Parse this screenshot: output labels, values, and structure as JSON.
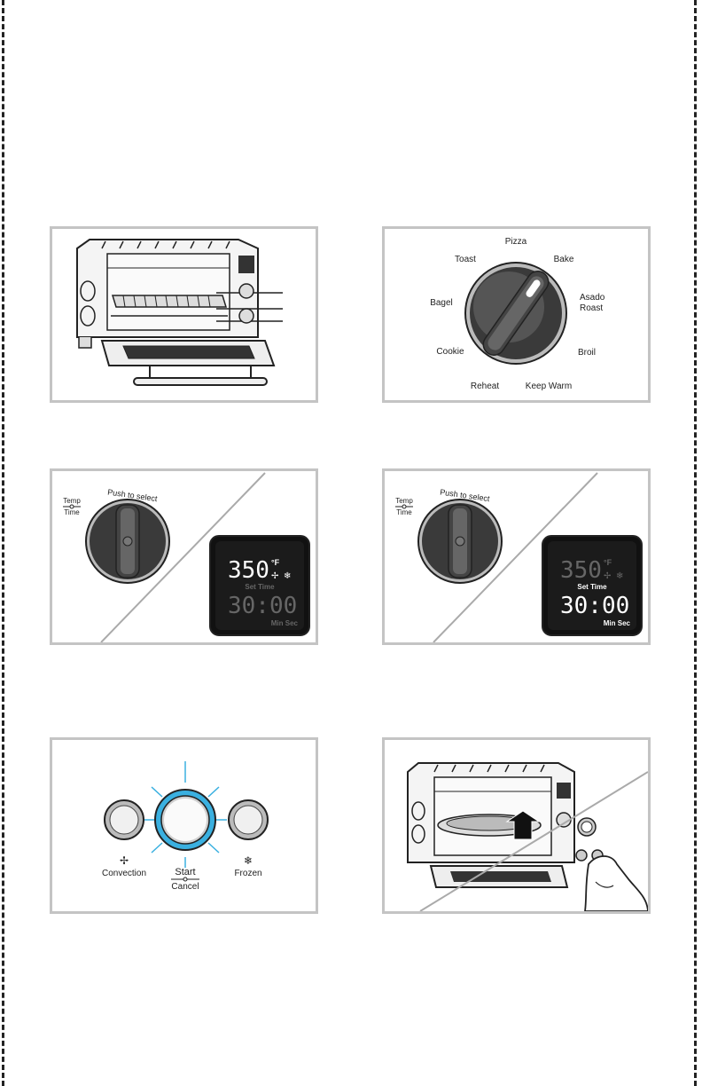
{
  "dial": {
    "pizza": "Pizza",
    "toast": "Toast",
    "bake": "Bake",
    "bagel": "Bagel",
    "asado_line1": "Asado",
    "asado_line2": "Roast",
    "cookie": "Cookie",
    "broil": "Broil",
    "reheat": "Reheat",
    "keep_warm": "Keep Warm"
  },
  "temp_knob_a": {
    "temp": "Temp",
    "time": "Time",
    "push_to_select": "Push to select",
    "display_temp": "350",
    "display_unit": "°F",
    "set_time": "Set Time",
    "display_time": "30:00",
    "min_sec": "Min Sec"
  },
  "temp_knob_b": {
    "temp": "Temp",
    "time": "Time",
    "push_to_select": "Push to select",
    "display_temp": "350",
    "display_unit": "°F",
    "set_time": "Set Time",
    "display_time": "30:00",
    "min_sec": "Min Sec"
  },
  "buttons": {
    "convection": "Convection",
    "start": "Start",
    "cancel": "Cancel",
    "frozen": "Frozen"
  },
  "icons": {
    "fan": "fan-icon",
    "snowflake": "snowflake-icon"
  },
  "colors": {
    "start_glow": "#3ab0e0",
    "panel_border": "#c4c4c4",
    "display_bg": "#111111",
    "display_dim": "#666666",
    "display_lit": "#ffffff"
  }
}
